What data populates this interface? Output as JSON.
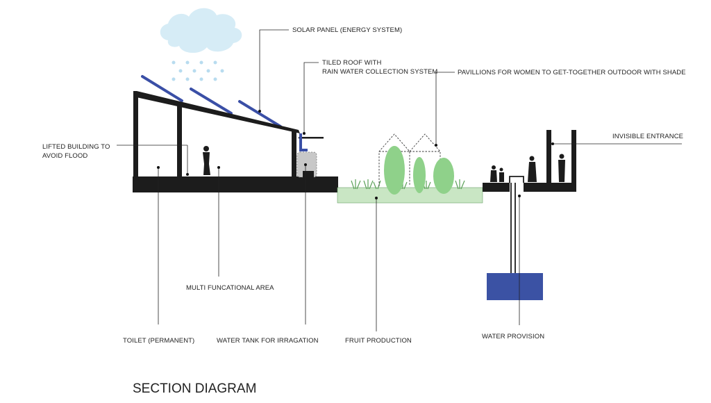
{
  "title": "SECTION DIAGRAM",
  "labels": {
    "solar_panel": "SOLAR PANEL (ENERGY SYSTEM)",
    "tiled_roof_1": "TILED ROOF WITH",
    "tiled_roof_2": "RAIN WATER COLLECTION SYSTEM",
    "pavilions": "PAVILLIONS FOR WOMEN TO GET-TOGETHER OUTDOOR WITH SHADE",
    "lifted_1": "LIFTED BUILDING TO",
    "lifted_2": "AVOID FLOOD",
    "invisible_entrance": "INVISIBLE ENTRANCE",
    "multi_area": "MULTI FUNCATIONAL AREA",
    "toilet": "TOILET (PERMANENT)",
    "water_tank": "WATER TANK FOR IRRAGATION",
    "fruit": "FRUIT PRODUCTION",
    "water_provision": "WATER PROVISION"
  },
  "colors": {
    "structure": "#1c1c1c",
    "solar": "#3a4fa6",
    "cloud": "#d6ecf6",
    "rain": "#b8dcef",
    "garden": "#c9e6c4",
    "tree": "#8fd18a",
    "water_tank_fill": "#c8c8c8",
    "reservoir": "#3b52a4"
  }
}
